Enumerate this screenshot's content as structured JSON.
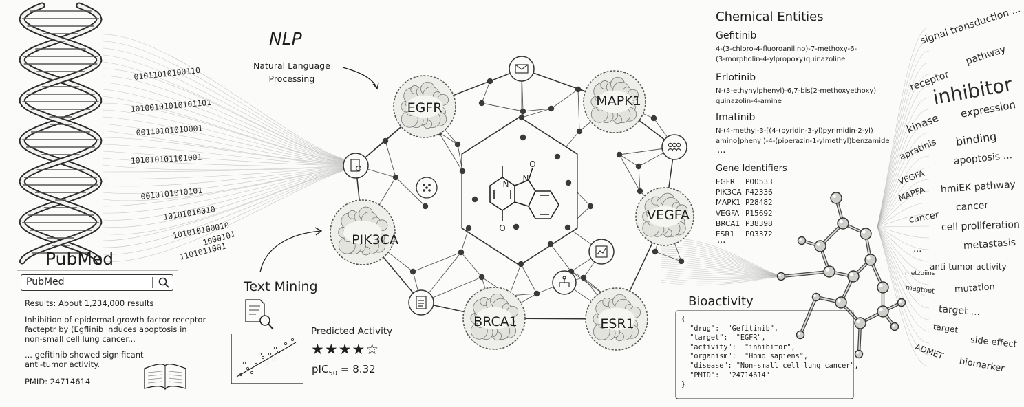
{
  "pubmed": {
    "title": "PubMed",
    "search_value": "PubMed",
    "results": "Results: About 1,234,000 results",
    "snippet1": "Inhibition of epidermal growth factor receptor\nfacteptr by (Egflinib induces apoptosis in\nnon-small cell lung cancer...",
    "snippet2": "... gefitinib showed significant\nanti-tumor activity.",
    "pmid": "PMID: 24714614",
    "binary_lines": [
      "01011010100110",
      "10100101010101101",
      "00110101010001",
      "101010101101001",
      "0010101010101",
      "10101010010",
      "101010100010",
      "1101011001",
      "1000101"
    ]
  },
  "nlp": {
    "title": "NLP",
    "subtitle": "Natural Language\nProcessing"
  },
  "text_mining": {
    "title": "Text Mining",
    "predicted_label": "Predicted Activity",
    "rating": 4,
    "rating_max": 5,
    "stars": "★★★★☆",
    "ic50_prefix": "pIC",
    "ic50_sub": "50",
    "ic50_value": " = 8.32"
  },
  "network": {
    "nodes": [
      "EGFR",
      "MAPK1",
      "PIK3CA",
      "VEGFA",
      "BRCA1",
      "ESR1"
    ]
  },
  "chemical_entities": {
    "title": "Chemical Entities",
    "drugs": [
      {
        "name": "Gefitinib",
        "iupac": "4-(3-chloro-4-fluoroanilino)-7-methoxy-6-\n(3-morpholin-4-ylpropoxy)quinazoline"
      },
      {
        "name": "Erlotinib",
        "iupac": "N-(3-ethynylphenyl)-6,7-bis(2-methoxyethoxy)\nquinazolin-4-amine"
      },
      {
        "name": "Imatinib",
        "iupac": "N-(4-methyl-3-[(4-(pyridin-3-yl)pyrimidin-2-yl)\namino]phenyl)-4-(piperazin-1-ylmethyl)benzamide"
      }
    ],
    "ellipsis": "...",
    "gene_title": "Gene Identifiers",
    "genes": [
      {
        "symbol": "EGFR",
        "id": "P00533"
      },
      {
        "symbol": "PIK3CA",
        "id": "P42336"
      },
      {
        "symbol": "MAPK1",
        "id": "P28482"
      },
      {
        "symbol": "VEGFA",
        "id": "P15692"
      },
      {
        "symbol": "BRCA1",
        "id": "P38398"
      },
      {
        "symbol": "ESR1",
        "id": "P03372"
      }
    ],
    "gene_ellipsis": "..."
  },
  "bioactivity": {
    "title": "Bioactivity",
    "json_lines": [
      "{",
      "  \"drug\":  \"Gefitinib\",",
      "  \"target\":  \"EGFR\",",
      "  \"activity\":  \"inhibitor\",",
      "  \"organism\":  \"Homo sapiens\",",
      "  \"disease\": \"Non-small cell lung cancer\",",
      "  \"PMID\":  \"24714614\"",
      "}"
    ]
  },
  "keywords": [
    "signal transduction ...",
    "pathway",
    "receptor",
    "inhibitor",
    "kinase",
    "expression",
    "binding",
    "apratinis",
    "apoptosis ...",
    "VEGFA",
    "hmiEK pathway",
    "MAPFA",
    "cancer",
    "cancer",
    "cell proliferation",
    "...",
    "metastasis",
    "metzoiins",
    "anti-tumor activity",
    "mutation",
    "magtoet",
    "target ...",
    "target",
    "side effect",
    "ADMET",
    "biomarker"
  ]
}
